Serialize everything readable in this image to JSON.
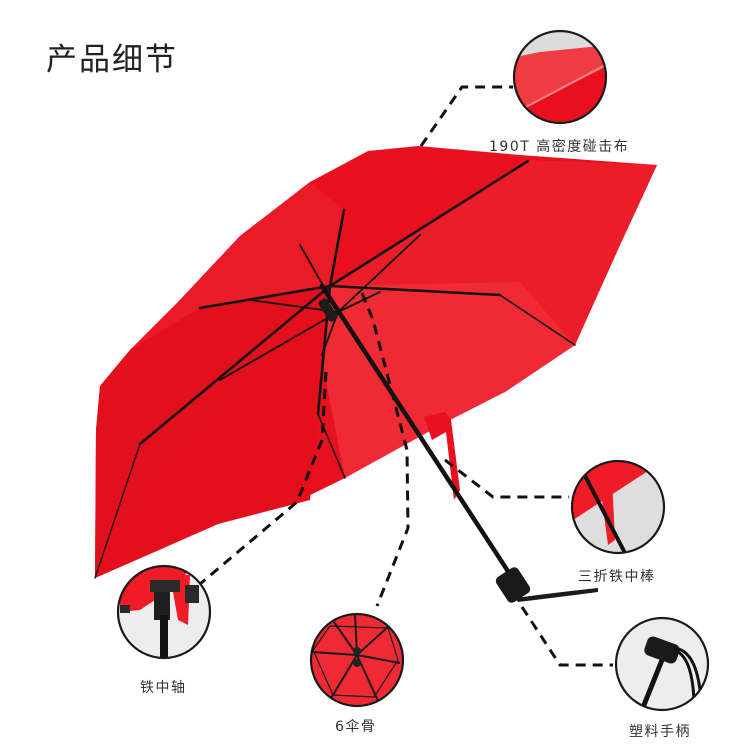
{
  "header": {
    "title": "产品细节"
  },
  "colors": {
    "canopy_red": "#e8101f",
    "canopy_light": "#f0303a",
    "frame_black": "#141414",
    "callout_bg": "#e6e6e6",
    "text": "#333333"
  },
  "callouts": [
    {
      "id": "fabric",
      "label": "190T 高密度碰击布",
      "icon": "fabric-closeup"
    },
    {
      "id": "shaft",
      "label": "三折铁中棒",
      "icon": "folding-shaft-closeup"
    },
    {
      "id": "handle",
      "label": "塑料手柄",
      "icon": "plastic-handle-closeup"
    },
    {
      "id": "ribs",
      "label": "6伞骨",
      "icon": "six-ribs-closeup"
    },
    {
      "id": "center",
      "label": "铁中轴",
      "icon": "iron-center-axis-closeup"
    }
  ]
}
